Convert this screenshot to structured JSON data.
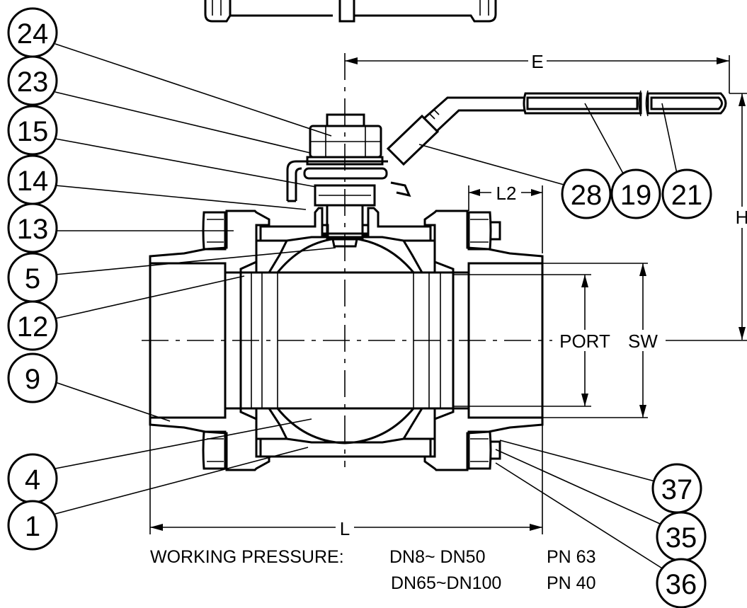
{
  "callouts_left": [
    "24",
    "23",
    "15",
    "14",
    "13",
    "5",
    "12",
    "9",
    "4",
    "1"
  ],
  "callouts_top_right": [
    "28",
    "19",
    "21"
  ],
  "callouts_bottom_right": [
    "37",
    "35",
    "36"
  ],
  "dimensions": {
    "e": "E",
    "h": "H",
    "l": "L",
    "l2": "L2",
    "port": "PORT",
    "sw": "SW"
  },
  "notes": {
    "heading": "WORKING PRESSURE:",
    "range1": "DN8~ DN50",
    "pressure1": "PN 63",
    "range2": "DN65~DN100",
    "pressure2": "PN 40"
  }
}
